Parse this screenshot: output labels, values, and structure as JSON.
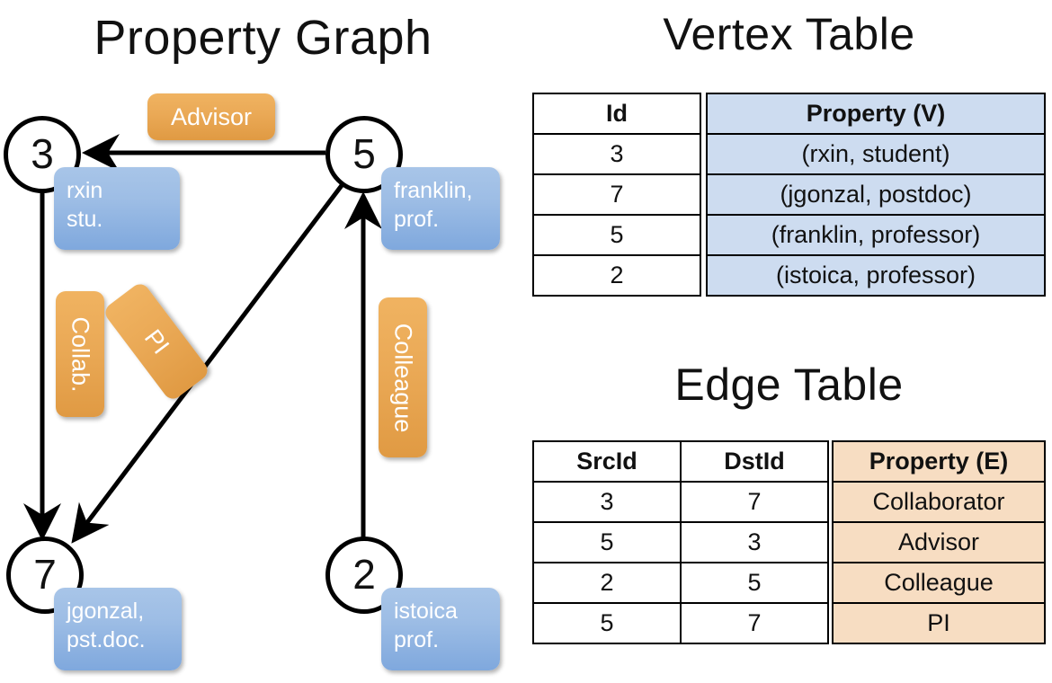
{
  "graph": {
    "title": "Property Graph",
    "vertices": [
      {
        "id": "3",
        "property": "rxin\nstu.",
        "line1": "rxin",
        "line2": "stu."
      },
      {
        "id": "5",
        "property": "franklin,\nprof.",
        "line1": "franklin,",
        "line2": "prof."
      },
      {
        "id": "7",
        "property": "jgonzal,\npst.doc.",
        "line1": "jgonzal,",
        "line2": "pst.doc."
      },
      {
        "id": "2",
        "property": "istoica\nprof.",
        "line1": "istoica",
        "line2": "prof."
      }
    ],
    "edge_labels": [
      {
        "name": "advisor-label",
        "text": "Advisor",
        "from": "5",
        "to": "3"
      },
      {
        "name": "collab-label",
        "text": "Collab.",
        "from": "3",
        "to": "7"
      },
      {
        "name": "pi-label",
        "text": "PI",
        "from": "5",
        "to": "7"
      },
      {
        "name": "colleague-label",
        "text": "Colleague",
        "from": "2",
        "to": "5"
      }
    ]
  },
  "vertex_table": {
    "title": "Vertex Table",
    "columns": [
      "Id",
      "Property (V)"
    ],
    "rows": [
      {
        "id": "3",
        "property": "(rxin, student)"
      },
      {
        "id": "7",
        "property": "(jgonzal, postdoc)"
      },
      {
        "id": "5",
        "property": "(franklin, professor)"
      },
      {
        "id": "2",
        "property": "(istoica, professor)"
      }
    ]
  },
  "edge_table": {
    "title": "Edge Table",
    "columns": [
      "SrcId",
      "DstId",
      "Property (E)"
    ],
    "rows": [
      {
        "src": "3",
        "dst": "7",
        "property": "Collaborator"
      },
      {
        "src": "5",
        "dst": "3",
        "property": "Advisor"
      },
      {
        "src": "2",
        "dst": "5",
        "property": "Colleague"
      },
      {
        "src": "5",
        "dst": "7",
        "property": "PI"
      }
    ]
  },
  "colors": {
    "vertex_property_fill": "#9dbde5",
    "edge_label_fill": "#eaa956",
    "vertex_table_property_fill": "#cddcf0",
    "edge_table_property_fill": "#f7ddc2",
    "stroke": "#000000",
    "background": "#ffffff"
  }
}
